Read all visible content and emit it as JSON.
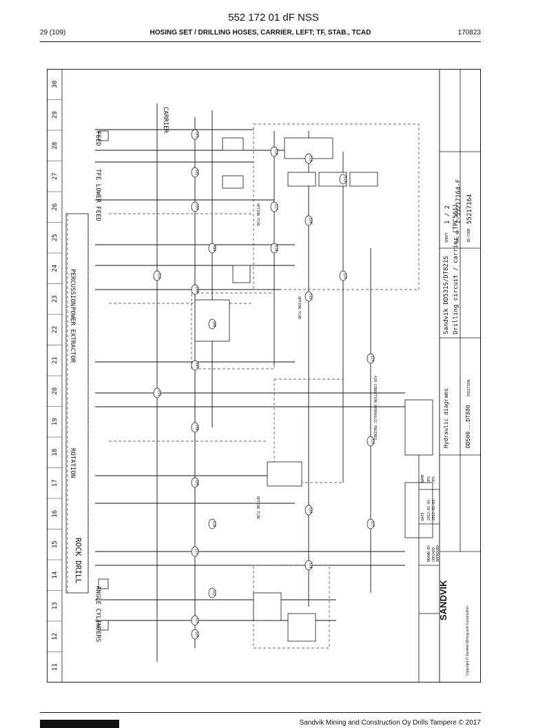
{
  "header": {
    "doc_number": "552 172 01 dF NSS",
    "page": "29 (109)",
    "title": "HOSING SET / DRILLING HOSES, CARRIER, LEFT; TF, STAB., TCAD",
    "date_code": "170823"
  },
  "grid": {
    "numbers": [
      "11",
      "12",
      "13",
      "14",
      "15",
      "16",
      "17",
      "18",
      "19",
      "20",
      "21",
      "22",
      "23",
      "24",
      "25",
      "26",
      "27",
      "28",
      "29",
      "30"
    ]
  },
  "labels": {
    "carrier": "CARRIER",
    "feed": "FEED",
    "tfe_lower_feed": "TFE LOWER FEED",
    "percussion": "PERCUSSION",
    "power_extractor": "POWER EXTRACTOR",
    "rotation": "ROTATION",
    "rock_drill": "ROCK DRILL",
    "angle_cylinders": "ANGLE CYLINDERS",
    "air_condition": "AIR CONDITION HYDRAULIC ENGINES",
    "option_tcad_1": "OPTION TCAD",
    "option_tcad_2": "OPTION TCAD",
    "option_tcad_3": "OPTION TCAD"
  },
  "circle_refs": [
    "101",
    "102",
    "103",
    "104",
    "105",
    "106",
    "107",
    "108",
    "109",
    "110",
    "111",
    "112",
    "113",
    "114",
    "115",
    "116",
    "117",
    "118",
    "119",
    "120",
    "121",
    "122",
    "123",
    "124",
    "125",
    "126",
    "127",
    "128",
    "129"
  ],
  "title_block": {
    "brand": "SANDVIK",
    "copyright": "Copyright © Sandvik Mining and Construction",
    "drawing_type": "Hydraulic diagrams",
    "position": "DD500...DT800",
    "position_label": "POSITION",
    "model_line": "Sandvik DD531S/DT821S",
    "description": "Drilling circuit / carrier  (TPC561)",
    "sheet_label": "SHEET",
    "sheet": "1 / 2",
    "dwg_label": "DWG NR",
    "dwg_no": "1-55217164-F",
    "id_label": "ID-CODE",
    "id_code": "55217164",
    "date_label": "DATE",
    "name_label": "NAME",
    "drawn_by_label": "DRAWN BY",
    "checked_label": "CHECKED",
    "approved_label": "APPROVED",
    "drawn_date": "2012-01-02",
    "drawn_name": "JPS",
    "checked_date": "2012-01-02",
    "checked_name": "JPS"
  },
  "footer": {
    "brand": "SANDVIK",
    "text": "Sandvik Mining and Construction Oy Drills Tampere © 2017"
  }
}
